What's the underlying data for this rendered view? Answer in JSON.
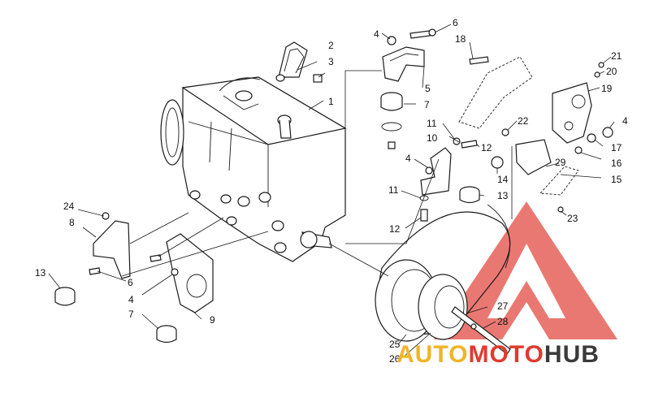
{
  "callouts": [
    {
      "id": "c2",
      "text": "2"
    },
    {
      "id": "c3",
      "text": "3"
    },
    {
      "id": "c1",
      "text": "1"
    },
    {
      "id": "c4a",
      "text": "4"
    },
    {
      "id": "c6a",
      "text": "6"
    },
    {
      "id": "c18",
      "text": "18"
    },
    {
      "id": "c5",
      "text": "5"
    },
    {
      "id": "c7a",
      "text": "7"
    },
    {
      "id": "c21",
      "text": "21"
    },
    {
      "id": "c20",
      "text": "20"
    },
    {
      "id": "c19",
      "text": "19"
    },
    {
      "id": "c4b",
      "text": "4"
    },
    {
      "id": "c11a",
      "text": "11"
    },
    {
      "id": "c22",
      "text": "22"
    },
    {
      "id": "c10",
      "text": "10"
    },
    {
      "id": "c12a",
      "text": "12"
    },
    {
      "id": "c17",
      "text": "17"
    },
    {
      "id": "c16",
      "text": "16"
    },
    {
      "id": "c4c",
      "text": "4"
    },
    {
      "id": "c14",
      "text": "14"
    },
    {
      "id": "c15",
      "text": "15"
    },
    {
      "id": "c29",
      "text": "29"
    },
    {
      "id": "c13a",
      "text": "13"
    },
    {
      "id": "c11b",
      "text": "11"
    },
    {
      "id": "c12b",
      "text": "12"
    },
    {
      "id": "c23",
      "text": "23"
    },
    {
      "id": "c24",
      "text": "24"
    },
    {
      "id": "c8",
      "text": "8"
    },
    {
      "id": "c13b",
      "text": "13"
    },
    {
      "id": "c6b",
      "text": "6"
    },
    {
      "id": "c4d",
      "text": "4"
    },
    {
      "id": "c7b",
      "text": "7"
    },
    {
      "id": "c9",
      "text": "9"
    },
    {
      "id": "c27",
      "text": "27"
    },
    {
      "id": "c28",
      "text": "28"
    },
    {
      "id": "c25",
      "text": "25"
    },
    {
      "id": "c26",
      "text": "26"
    }
  ],
  "watermark": {
    "part1": "AUTO",
    "part2": "MOTO",
    "part3": "HUB",
    "colors": {
      "auto": "#f0b429",
      "moto": "#e03a2f",
      "hub": "#3a3a3a",
      "triangle": "#e03a2f"
    }
  }
}
